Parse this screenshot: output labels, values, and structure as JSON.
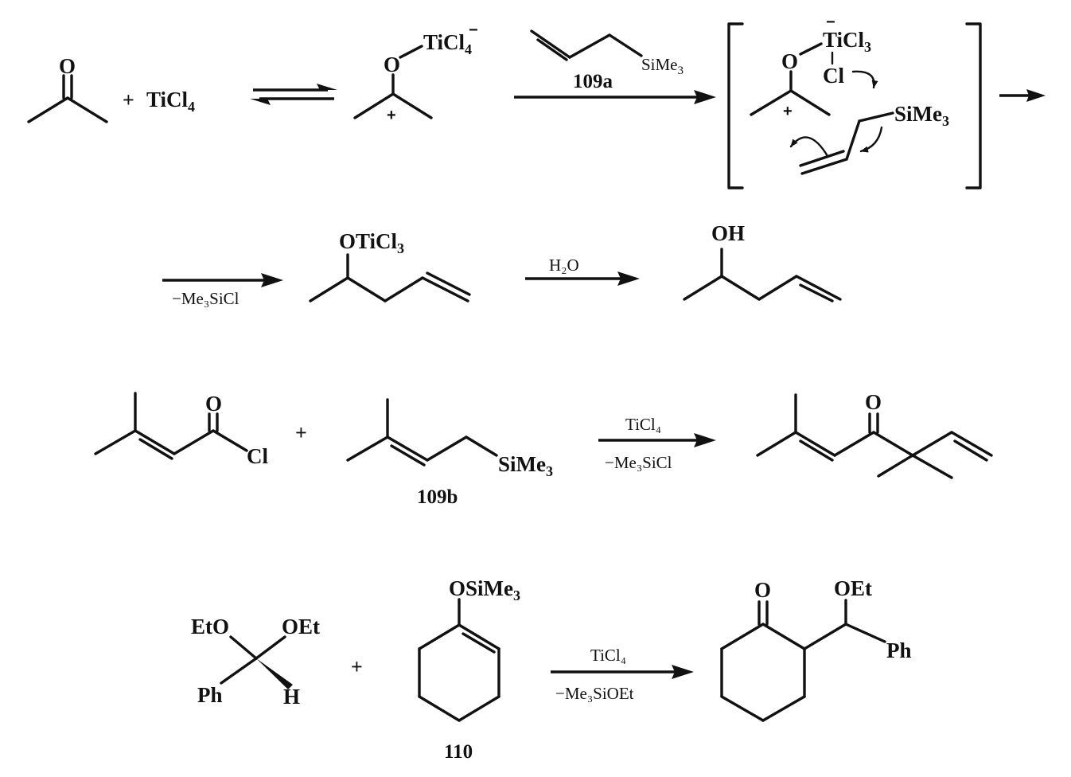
{
  "scheme_1": {
    "reactant_o": "O",
    "plus_1": "+",
    "ticl4": "TiCl",
    "ticl4_sub": "4",
    "complex_o": "O",
    "complex_ticl": "TiCl",
    "complex_ticl_sub": "4",
    "complex_minus": "−",
    "complex_plus": "+",
    "reagent_label": "109a",
    "reagent_sime": "SiMe",
    "reagent_sime_sub": "3",
    "ts_o": "O",
    "ts_ticl": "TiCl",
    "ts_ticl_sub": "3",
    "ts_minus": "−",
    "ts_cl": "Cl",
    "ts_plus": "+",
    "ts_sime": "SiMe",
    "ts_sime_sub": "3"
  },
  "scheme_2": {
    "arrow_below": "−Me₃SiCl",
    "intermediate_otic": "OTiCl",
    "intermediate_otic_sub": "3",
    "arrow_above": "H₂O",
    "product_oh": "OH"
  },
  "scheme_3": {
    "acyl_o": "O",
    "acyl_cl": "Cl",
    "plus": "+",
    "silane_sime": "SiMe",
    "silane_sime_sub": "3",
    "silane_label": "109b",
    "arrow_above": "TiCl₄",
    "arrow_below": "−Me₃SiCl",
    "product_o": "O"
  },
  "scheme_4": {
    "acetal_eto": "EtO",
    "acetal_oet": "OEt",
    "acetal_ph": "Ph",
    "acetal_h": "H",
    "plus": "+",
    "enol_osime": "OSiMe",
    "enol_osime_sub": "3",
    "enol_label": "110",
    "arrow_above": "TiCl₄",
    "arrow_below": "−Me₃SiOEt",
    "product_o": "O",
    "product_oet": "OEt",
    "product_ph": "Ph"
  }
}
